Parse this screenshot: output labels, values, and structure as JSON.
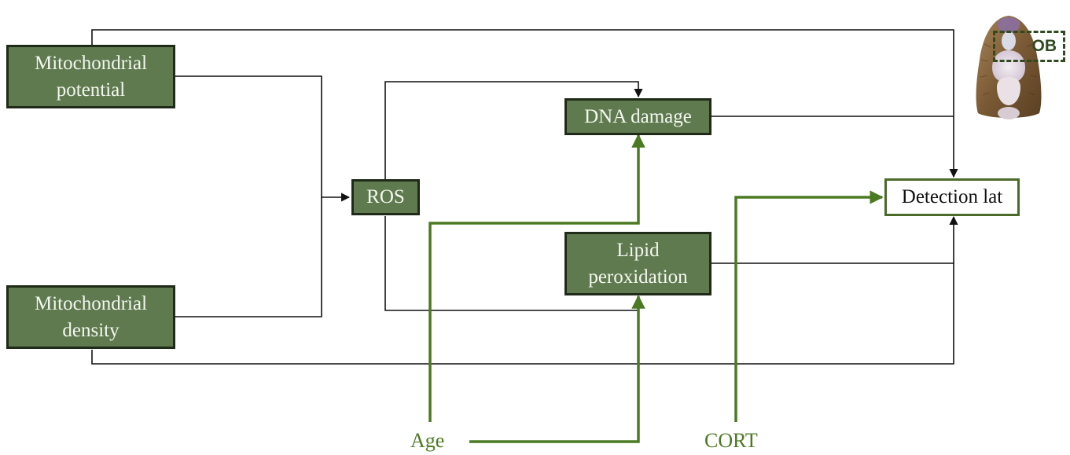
{
  "nodes": {
    "mito_potential": [
      "Mitochondrial",
      "potential"
    ],
    "mito_density": [
      "Mitochondrial",
      "density"
    ],
    "ros": "ROS",
    "dna_damage": "DNA damage",
    "lipid_peroxidation": [
      "Lipid",
      "peroxidation"
    ],
    "detection_lat": "Detection lat"
  },
  "covariates": {
    "age": "Age",
    "cort": "CORT"
  },
  "inset": {
    "region_label": "OB"
  },
  "colors": {
    "node_fill": "#5f7a4f",
    "node_border": "#1f2a18",
    "covariate_green": "#4b7a23",
    "arrow_black": "#111111"
  }
}
